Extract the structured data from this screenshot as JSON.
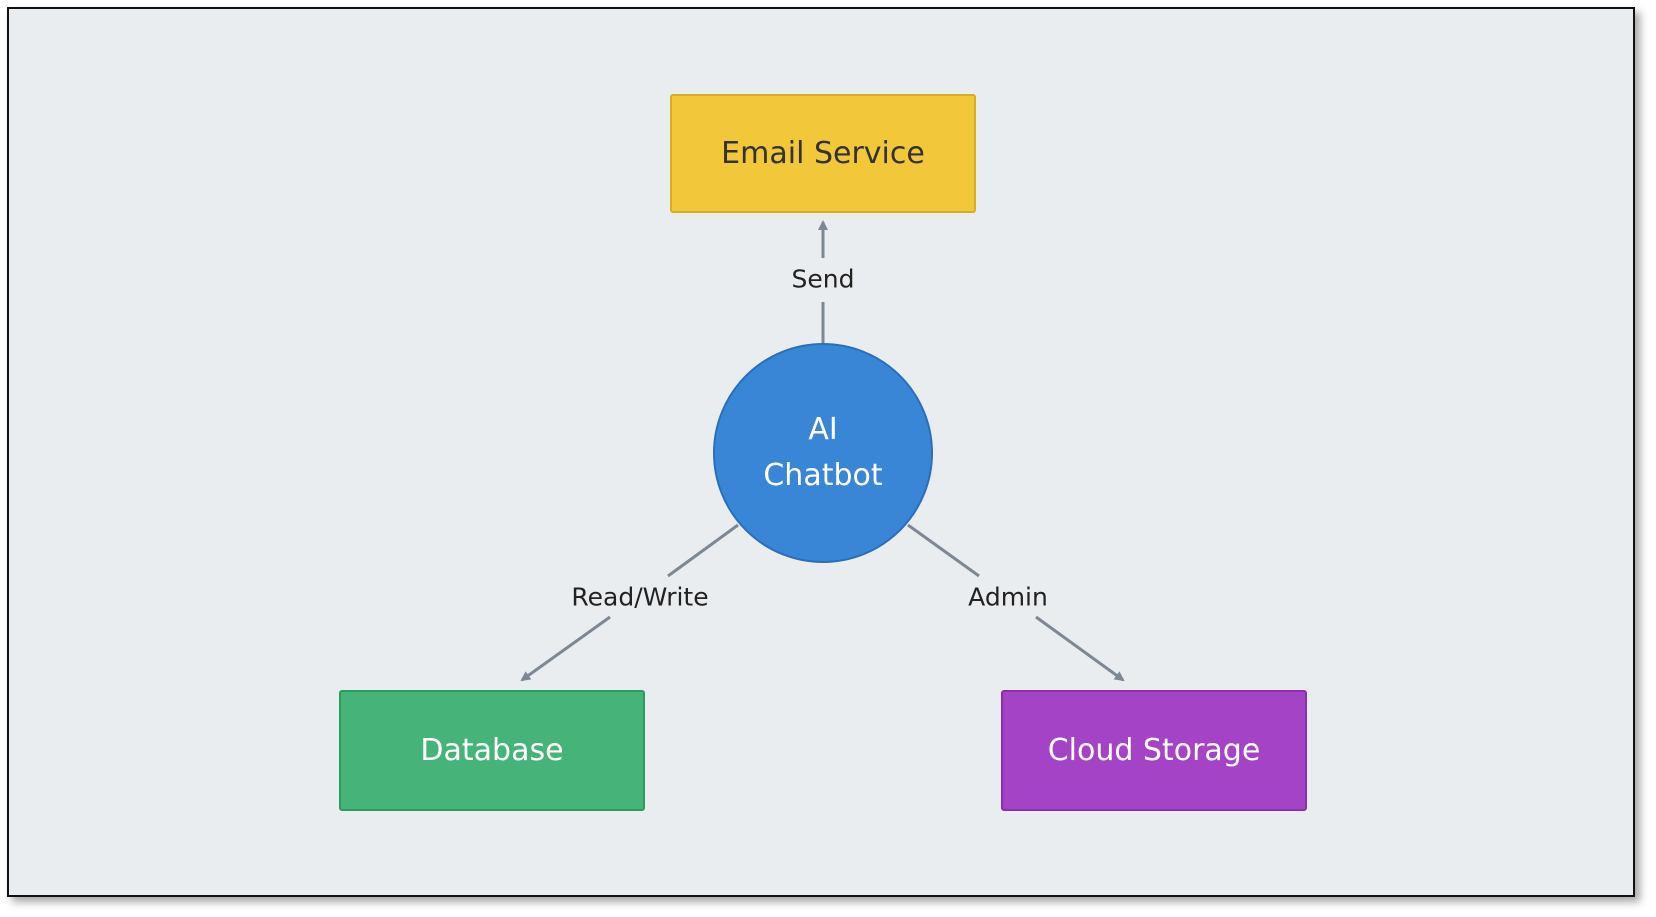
{
  "diagram": {
    "nodes": [
      {
        "id": "email",
        "label": "Email Service",
        "shape": "rectangle",
        "color": "#f2c83a"
      },
      {
        "id": "chatbot",
        "label_lines": [
          "AI",
          "Chatbot"
        ],
        "shape": "circle",
        "color": "#3a86d6"
      },
      {
        "id": "database",
        "label": "Database",
        "shape": "rectangle",
        "color": "#46b479"
      },
      {
        "id": "cloud",
        "label": "Cloud Storage",
        "shape": "rectangle",
        "color": "#a443c6"
      }
    ],
    "edges": [
      {
        "from": "chatbot",
        "to": "email",
        "label": "Send"
      },
      {
        "from": "chatbot",
        "to": "database",
        "label": "Read/Write"
      },
      {
        "from": "chatbot",
        "to": "cloud",
        "label": "Admin"
      }
    ],
    "edge_color": "#7d8894"
  }
}
